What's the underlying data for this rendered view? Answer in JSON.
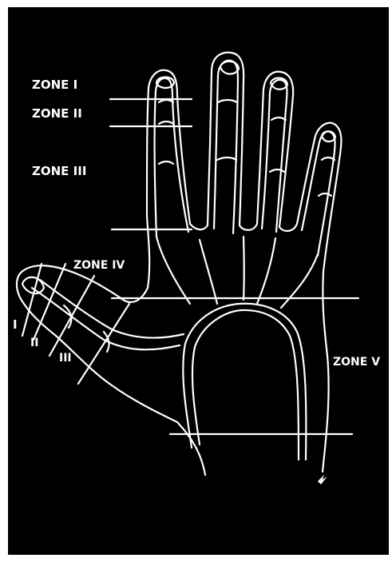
{
  "colors": {
    "background": "#000000",
    "frame": "#ffffff",
    "line": "#ffffff"
  },
  "labels": {
    "zone_1": "ZONE I",
    "zone_2": "ZONE II",
    "zone_3": "ZONE III",
    "zone_4": "ZONE IV",
    "zone_5": "ZONE V",
    "thumb_1": "I",
    "thumb_2": "II",
    "thumb_3": "III"
  }
}
